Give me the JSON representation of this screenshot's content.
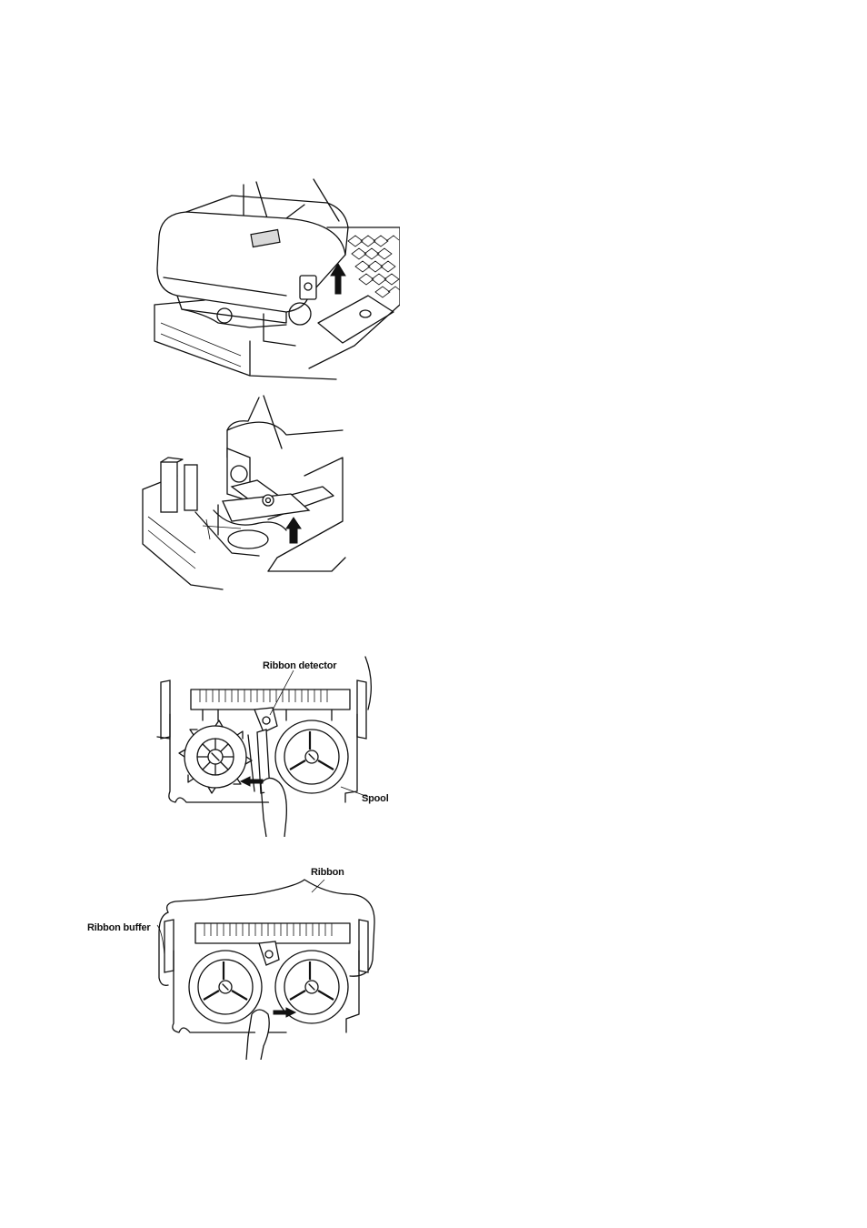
{
  "figures": [
    {
      "id": "fig1"
    },
    {
      "id": "fig2"
    },
    {
      "id": "fig3",
      "labels": {
        "detector": "Ribbon detector",
        "spool": "Spool"
      }
    },
    {
      "id": "fig4",
      "labels": {
        "ribbon": "Ribbon",
        "buffer": "Ribbon buffer"
      }
    }
  ]
}
